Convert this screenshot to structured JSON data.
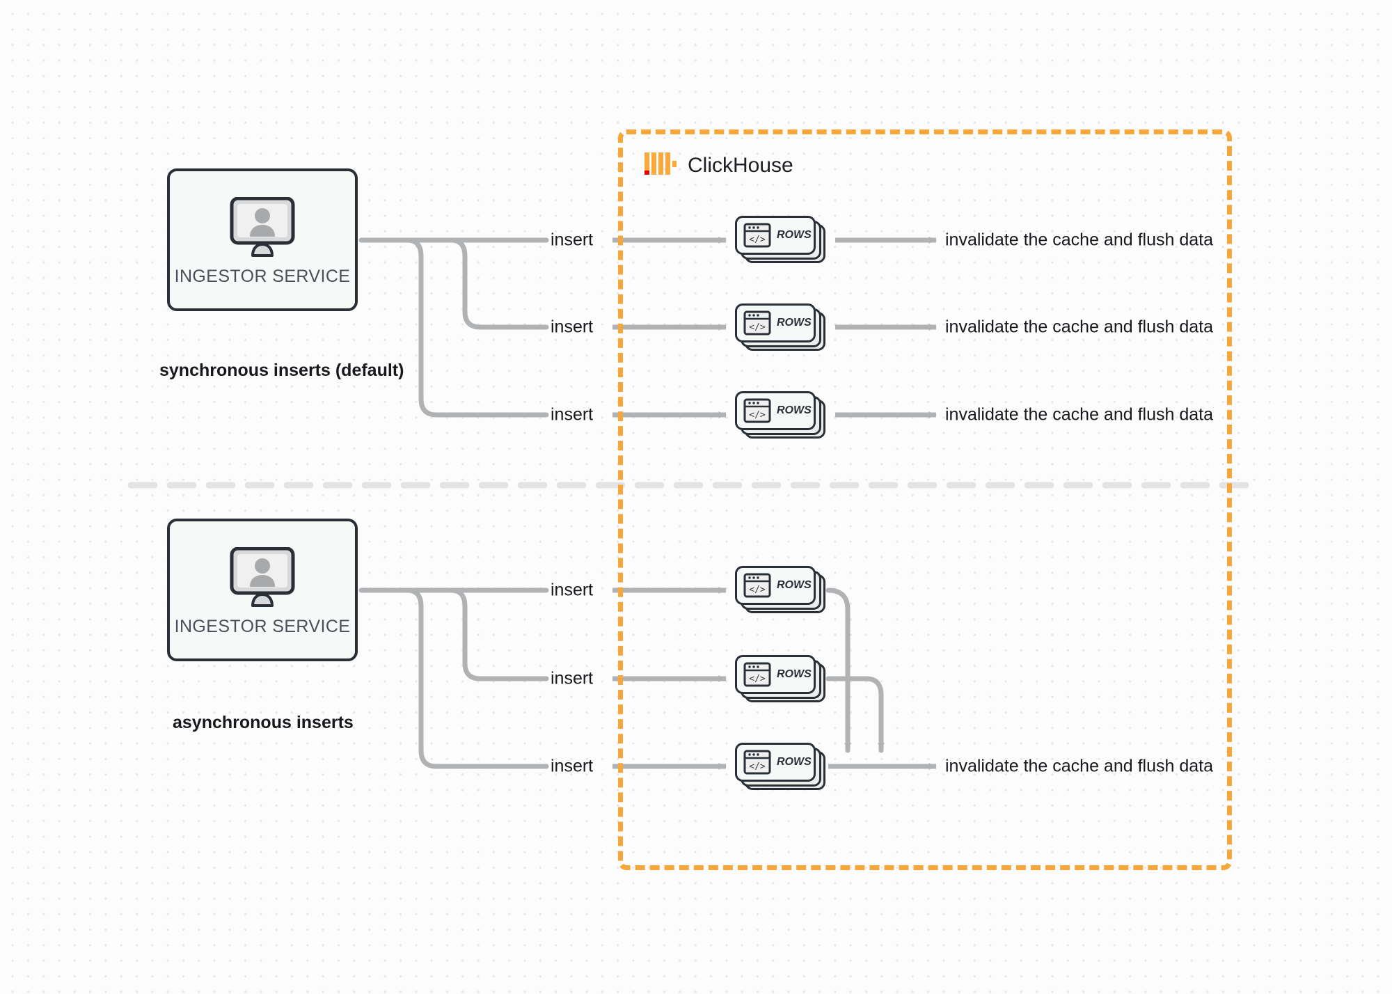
{
  "diagram": {
    "title": "ClickHouse synchronous vs asynchronous inserts",
    "background_color": "#fcfcfc",
    "grid_dot_color": "#e8e8e8"
  },
  "clickhouse": {
    "brand_name": "ClickHouse",
    "boundary_color": "#f7a73a",
    "logo_bar_color": "#faa93a",
    "logo_accent_color": "#ee0000",
    "logo_name": "clickhouse-logo"
  },
  "sections": [
    {
      "id": "sync",
      "caption": "synchronous inserts (default)",
      "node": {
        "label": "INGESTOR SERVICE",
        "icon": "monitor-user-icon"
      },
      "rows": [
        {
          "edge_label": "insert",
          "card_label": "ROWS",
          "card_icon": "code-window-icon",
          "sink_label": "invalidate the cache and flush data"
        },
        {
          "edge_label": "insert",
          "card_label": "ROWS",
          "card_icon": "code-window-icon",
          "sink_label": "invalidate the cache and flush data"
        },
        {
          "edge_label": "insert",
          "card_label": "ROWS",
          "card_icon": "code-window-icon",
          "sink_label": "invalidate the cache and flush data"
        }
      ]
    },
    {
      "id": "async",
      "caption": "asynchronous inserts",
      "node": {
        "label": "INGESTOR SERVICE",
        "icon": "monitor-user-icon"
      },
      "rows": [
        {
          "edge_label": "insert",
          "card_label": "ROWS",
          "card_icon": "code-window-icon",
          "sink_label": ""
        },
        {
          "edge_label": "insert",
          "card_label": "ROWS",
          "card_icon": "code-window-icon",
          "sink_label": ""
        },
        {
          "edge_label": "insert",
          "card_label": "ROWS",
          "card_icon": "code-window-icon",
          "sink_label": "invalidate the cache and flush data"
        }
      ]
    }
  ],
  "colors": {
    "edge": "#b0b2b4",
    "node_border": "#2a2f36",
    "node_fill": "#f7f8f8",
    "text": "#16181c",
    "divider": "#e4e4e4"
  }
}
